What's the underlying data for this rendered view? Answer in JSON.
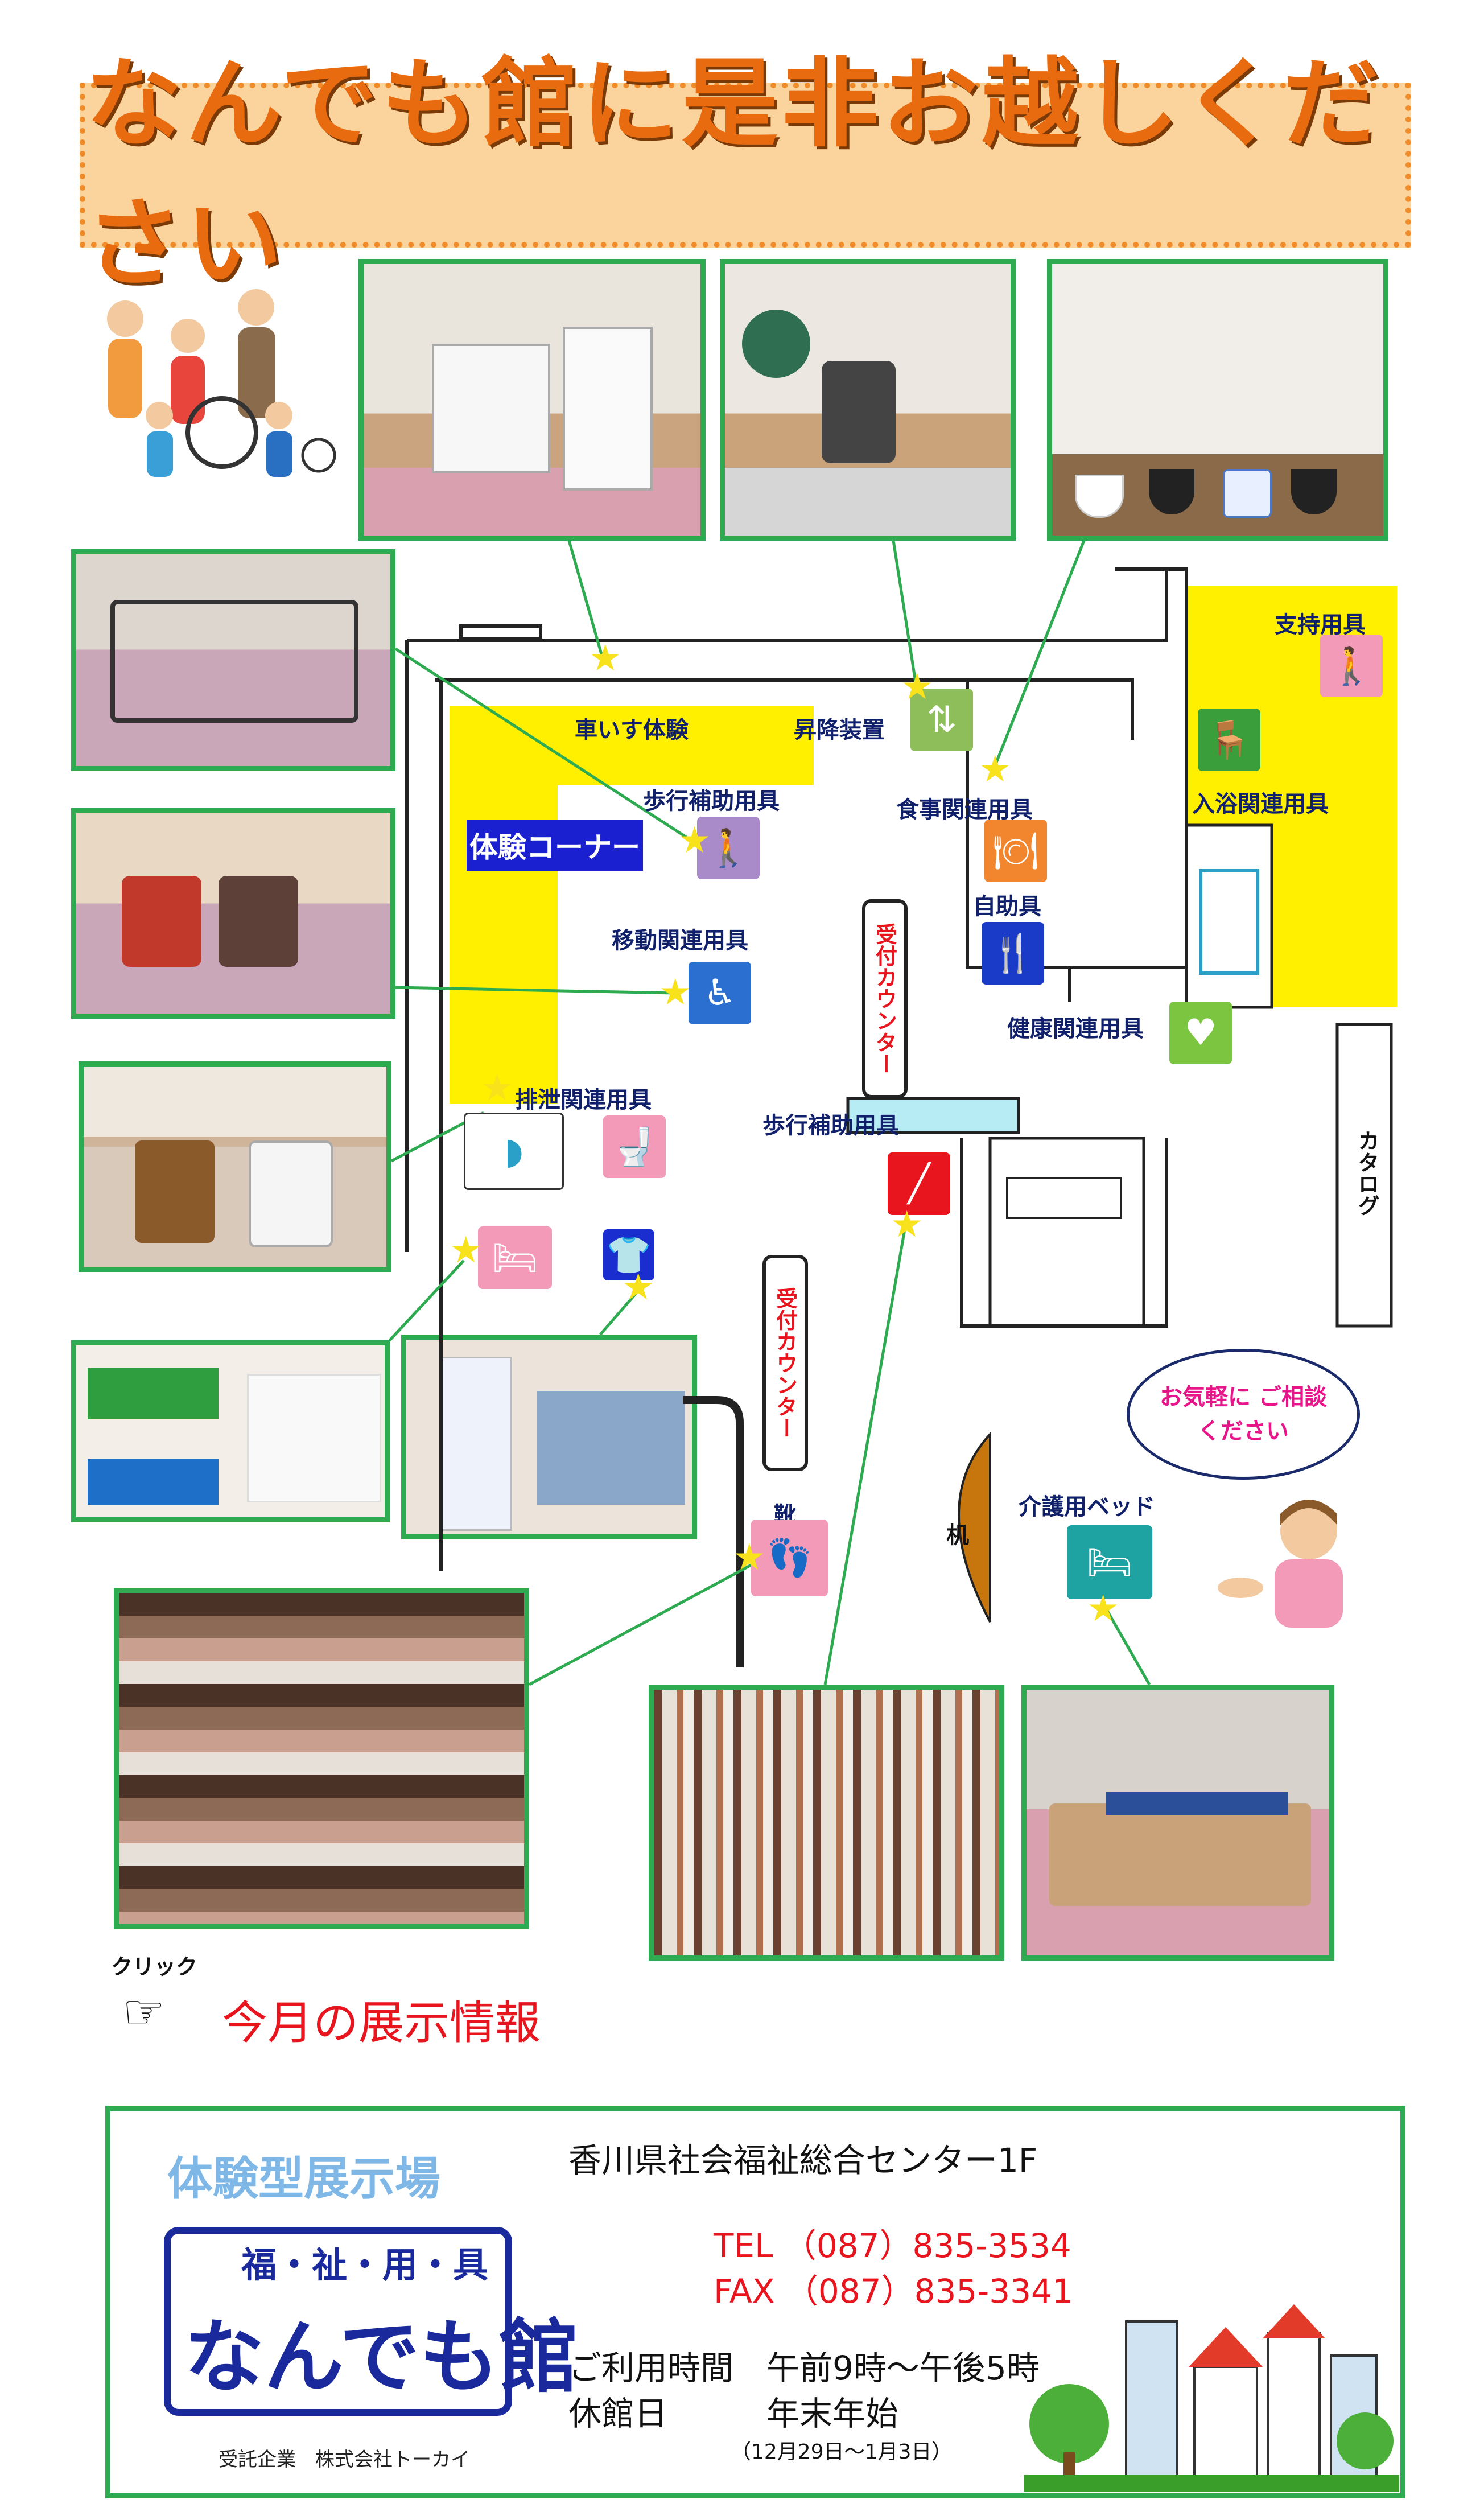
{
  "title": "なんでも館に是非お越しください",
  "labels": {
    "wheelchair_trial": "車いす体験",
    "lift": "昇降装置",
    "support": "支持用具",
    "bath": "入浴関連用具",
    "walking_aid_1": "歩行補助用具",
    "meal": "食事関連用具",
    "trial_corner": "体験コーナー",
    "self_help": "自助具",
    "mobility": "移動関連用具",
    "health": "健康関連用具",
    "excretion": "排泄関連用具",
    "walking_aid_2": "歩行補助用具",
    "catalog": "カタログ",
    "counter_1": "受付カウンター",
    "counter_2": "受付カウンター",
    "desk": "机",
    "shoes": "靴",
    "care_bed": "介護用ベッド",
    "speech": "お気軽に ご相談ください"
  },
  "click_note": {
    "small": "クリック",
    "link": "今月の展示情報"
  },
  "info": {
    "venue_type": "体験型展示場",
    "logo_top": "福・祉・用・具",
    "logo_main": "なんでも館",
    "consignee": "受託企業　株式会社トーカイ",
    "address": "香川県社会福祉総合センター1F",
    "tel": "TEL （087）835-3534",
    "fax": "FAX （087）835-3341",
    "hours": "ご利用時間　午前9時～午後5時",
    "closed": "休館日　　　年末年始",
    "closed_dates": "（12月29日～1月3日）"
  },
  "colors": {
    "title_bg": "#fbd39c",
    "title_text": "#e86b10",
    "frame_green": "#2eaa50",
    "zone_yellow": "#fff000",
    "label_navy": "#10206b",
    "accent_red": "#e8141e"
  }
}
